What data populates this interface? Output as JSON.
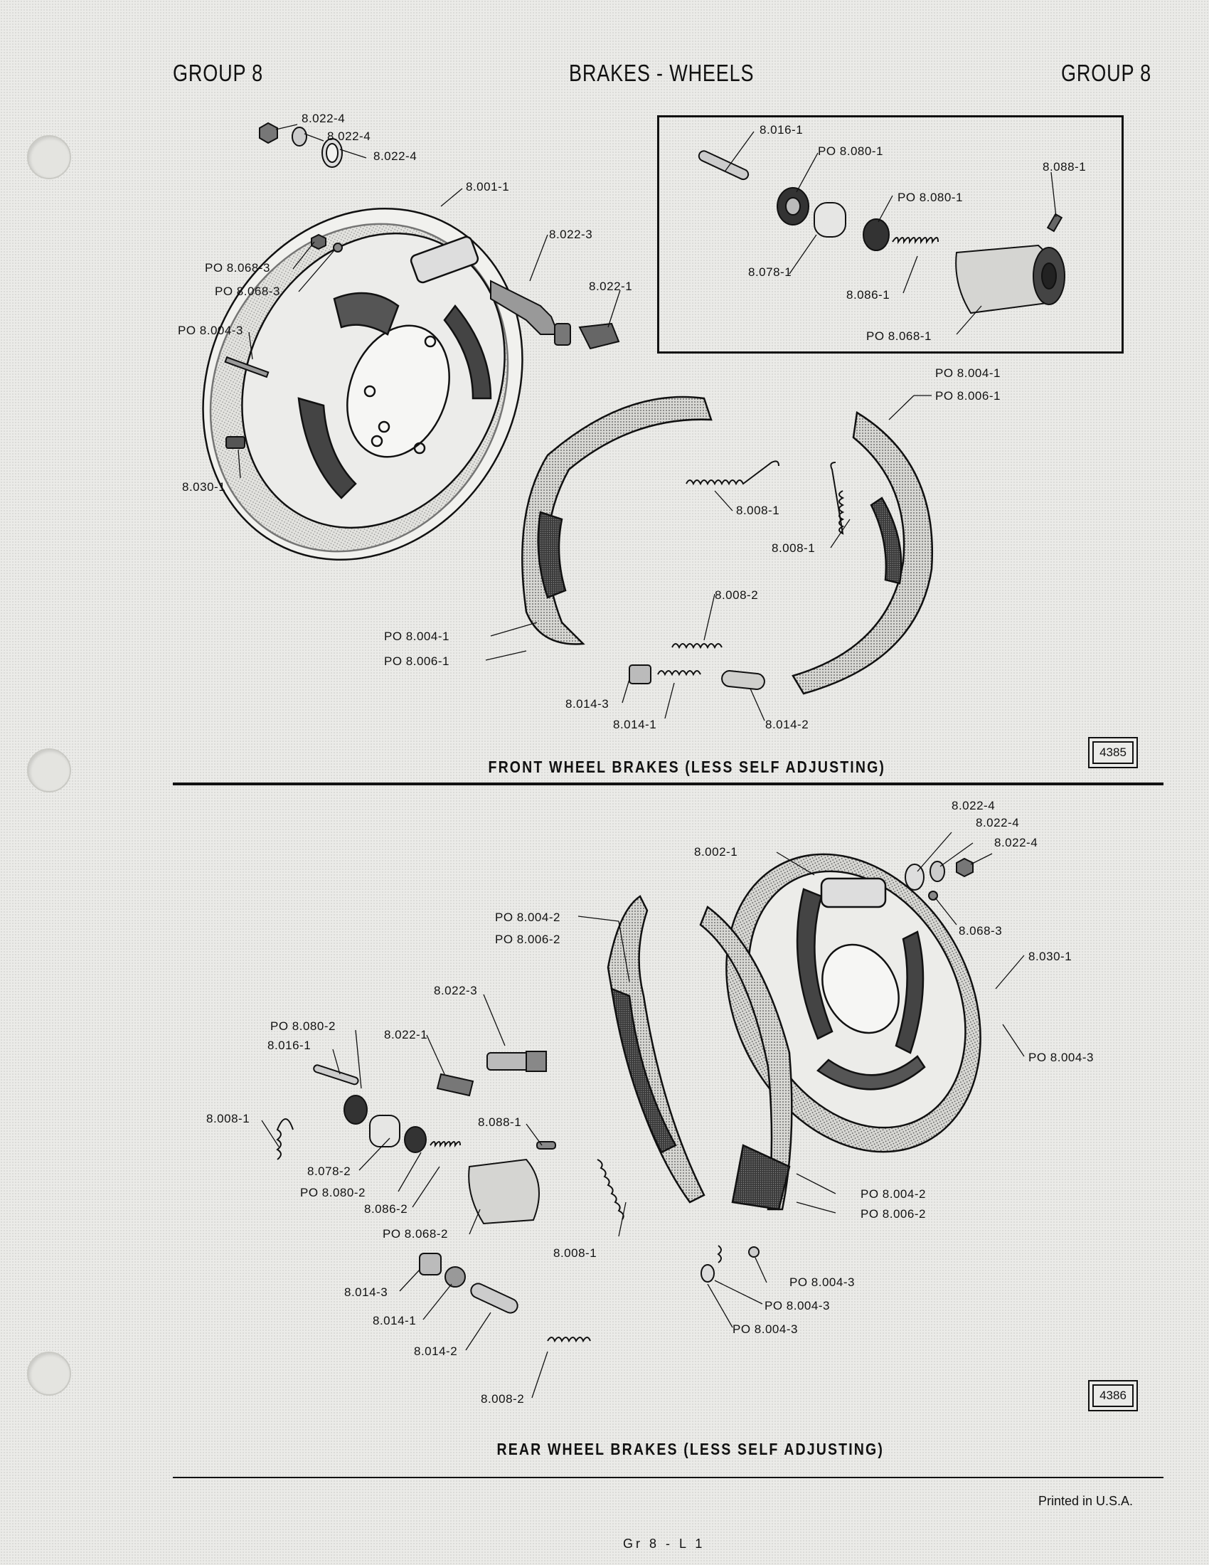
{
  "header": {
    "left": "GROUP 8",
    "center": "BRAKES - WHEELS",
    "right": "GROUP 8"
  },
  "front": {
    "caption": "FRONT WHEEL BRAKES (LESS SELF ADJUSTING)",
    "figure_number": "4385",
    "callouts": [
      "8.022-4",
      "8.022-4",
      "8.022-4",
      "8.001-1",
      "PO 8.068-3",
      "PO 8.068-3",
      "PO 8.004-3",
      "8.030-1",
      "8.022-3",
      "8.022-1",
      "8.016-1",
      "PO 8.080-1",
      "8.088-1",
      "PO 8.080-1",
      "8.078-1",
      "8.086-1",
      "PO 8.068-1",
      "PO 8.004-1",
      "PO 8.006-1",
      "8.008-1",
      "8.008-1",
      "8.008-2",
      "PO 8.004-1",
      "PO 8.006-1",
      "8.014-3",
      "8.014-1",
      "8.014-2"
    ]
  },
  "rear": {
    "caption": "REAR WHEEL BRAKES (LESS SELF ADJUSTING)",
    "figure_number": "4386",
    "callouts": [
      "8.022-4",
      "8.022-4",
      "8.022-4",
      "8.002-1",
      "8.068-3",
      "8.030-1",
      "PO 8.004-2",
      "PO 8.006-2",
      "8.022-3",
      "PO 8.080-2",
      "8.016-1",
      "8.022-1",
      "PO 8.004-3",
      "8.008-1",
      "8.088-1",
      "8.078-2",
      "PO 8.080-2",
      "8.086-2",
      "PO 8.068-2",
      "PO 8.004-2",
      "PO 8.006-2",
      "8.008-1",
      "PO 8.004-3",
      "PO 8.004-3",
      "PO 8.004-3",
      "8.014-3",
      "8.014-1",
      "8.014-2",
      "8.008-2"
    ]
  },
  "footer": {
    "printed": "Printed in U.S.A.",
    "page": "Gr 8 - L 1"
  }
}
